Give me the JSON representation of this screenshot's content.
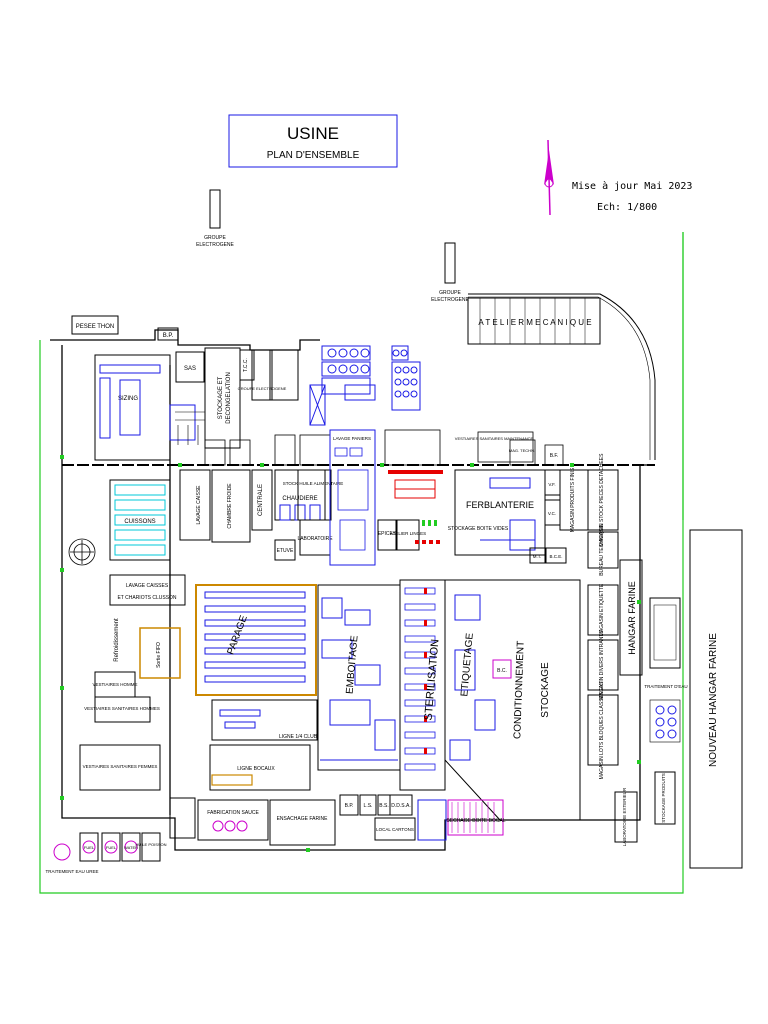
{
  "title": {
    "main": "USINE",
    "sub": "PLAN D'ENSEMBLE"
  },
  "update": {
    "line1": "Mise à jour Mai 2023",
    "line2": "Ech: 1/800"
  },
  "groupe_1": {
    "line1": "GROUPE",
    "line2": "ELECTROGENE"
  },
  "groupe_2": {
    "line1": "GROUPE",
    "line2": "ELECTROGENE"
  },
  "atelier": "A T E L I E R   M E C A N I Q U E",
  "pesee": "PESEE THON",
  "bp_top": "B.P.",
  "rooms": {
    "sas": "SAS",
    "stockage": "STOCKAGE ET",
    "stockage2": "DECONGELATION",
    "tcc": "T.C.C.",
    "groupe_elec": "GROUPE ELECTROGENE",
    "sizing": "SIZING",
    "cuissons": "CUISSONS",
    "lavage_caisse": "LAVAGE CAISSE",
    "chambre_froide": "CHAMBRE FROIDE",
    "centrale": "CENTRALE",
    "chaudiere": "CHAUDIERE",
    "etuve": "ETUVE",
    "laboratoire": "LABORATOIRE",
    "stock_huile": "STOCK HUILE ALIMENTAIRE",
    "lavage_paniers": "LAVAGE PANIERS",
    "epices": "EPICES",
    "atelier_linge": "ATELIER LINGES",
    "vestiaires_maint": "VESTIAIRES SANITAIRES MAINTENANCE",
    "mag_techn": "MAG. TECHN.",
    "ferblanterie": "FERBLANTERIE",
    "stockage_boite": "STOCKAGE BOITE VIDES",
    "lavage_caisses": "LAVAGE CAISSES",
    "chariots": "ET CHARIOTS CLUSSON",
    "refroidissement": "Refroidissement",
    "sortie_fifo": "Sortie FIFO",
    "parage": "PARAGE",
    "emboitage": "EMBOITAGE",
    "sterilisation": "STERILISATION",
    "etiquetage": "ETIQUETAGE",
    "conditionnement": "CONDITIONNEMENT",
    "stockage_main": "STOCKAGE",
    "bc": "B.C.",
    "vestiaires_homme": "VESTIAIRES HOMME",
    "vestiaires_sanit_homme": "VESTIAIRES SANITAIRES HOMMES",
    "vestiaires_femme": "VESTIAIRES SANITAIRES FEMMES",
    "ligne_club": "LIGNE 1/4 CLUB",
    "ligne_bocaux": "LIGNE BOCAUX",
    "fabrication_sauce": "FABRICATION SAUCE",
    "ensachage": "ENSACHAGE FARINE",
    "bp_bottom": "B.P.",
    "ls": "L.S.",
    "bs": "B.S.",
    "ddsa": "D.D.S.A.",
    "local_cartons": "LOCAL CARTONS",
    "sechage": "SECHAGE BOITE BOCAL",
    "bf": "B.F.",
    "magasin_produits": "MAGASIN PRODUITS FINIS",
    "magasin_pieces": "MAGASIN STOCK PIECES DETACHEES",
    "bureau_tech": "BUREAU TECHNIQUE",
    "magasin_etiquette": "MAGASIN ETIQUETTE",
    "magasin_intrants": "MAGASIN DIVERS INTRANTS",
    "magasin_lots": "MAGASIN LOTS BLOQUES CLASSES EXT",
    "hangar": "HANGAR FARINE",
    "traitement_eau": "TRAITEMENT D'EAU",
    "laboratoire_ext": "LABORATOIRE EXTERIEUR",
    "stockage_bac": "STOCKAGE PRODUITS",
    "traitement_uree": "TRAITEMENT EAU UREE",
    "fuel": "FUEL",
    "gazoil": "FUEL",
    "water": "WATER",
    "huile": "HUILE POISSON",
    "vf": "V.F.",
    "vc": "V.C.",
    "mt": "M.T.",
    "bce": "B.C.E."
  },
  "nouveau_hangar": "NOUVEAU HANGAR FARINE"
}
